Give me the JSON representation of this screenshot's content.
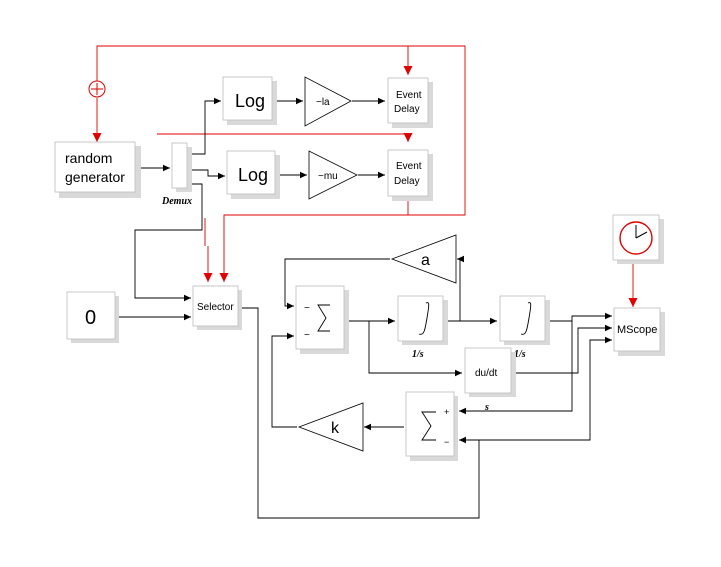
{
  "blocks": {
    "random_generator": [
      "random",
      "generator"
    ],
    "demux": "Demux",
    "log1": "Log",
    "log2": "Log",
    "gain_la": "−la",
    "gain_mu": "−mu",
    "event_delay1": [
      "Event",
      "Delay"
    ],
    "event_delay2": [
      "Event",
      "Delay"
    ],
    "const0": "0",
    "selector": "Selector",
    "gain_a": "a",
    "gain_k": "k",
    "sum1_signs": [
      "−",
      "−"
    ],
    "sum2_signs": [
      "+",
      "−"
    ],
    "integ1_label": "1/s",
    "integ2_label": "1/s",
    "deriv": "du/dt",
    "deriv_label": "s",
    "mscope": "MScope"
  }
}
